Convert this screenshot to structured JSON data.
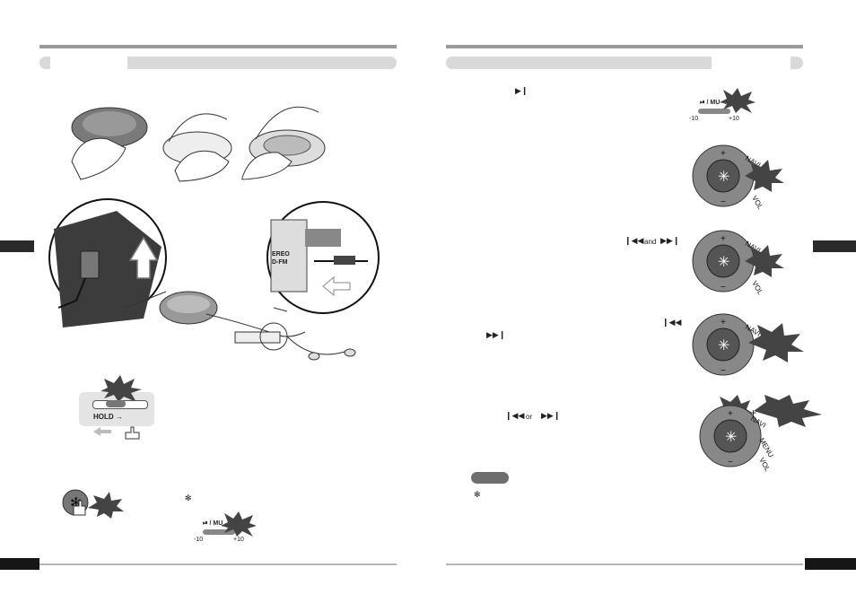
{
  "left_page": {
    "hold_switch": {
      "label": "HOLD →"
    },
    "jog_slider": {
      "left_label": "-10",
      "right_label": "+10",
      "top_label": "⏯ / MU"
    },
    "star_symbol": "✻",
    "connector_text": [
      "EREO",
      "D-FM"
    ]
  },
  "right_page": {
    "play_icon": "▶❙",
    "jog_slider": {
      "left_label": "-10",
      "right_label": "+10",
      "top_label": "⏯ / MU"
    },
    "skip_back_icon": "❙◀◀",
    "skip_fwd_icon": "▶▶❙",
    "and_word": "and",
    "or_word": "or",
    "dial_labels": {
      "plus": "+",
      "minus": "−",
      "navi": "NAVI",
      "menu": "MENU",
      "vol": "VOL",
      "center": "✳"
    },
    "star_symbol": "✻"
  },
  "colors": {
    "header_gray": "#d9d9d9",
    "rule_gray": "#9a9a9a",
    "tab_black": "#161616",
    "burst_dark": "#444444"
  }
}
